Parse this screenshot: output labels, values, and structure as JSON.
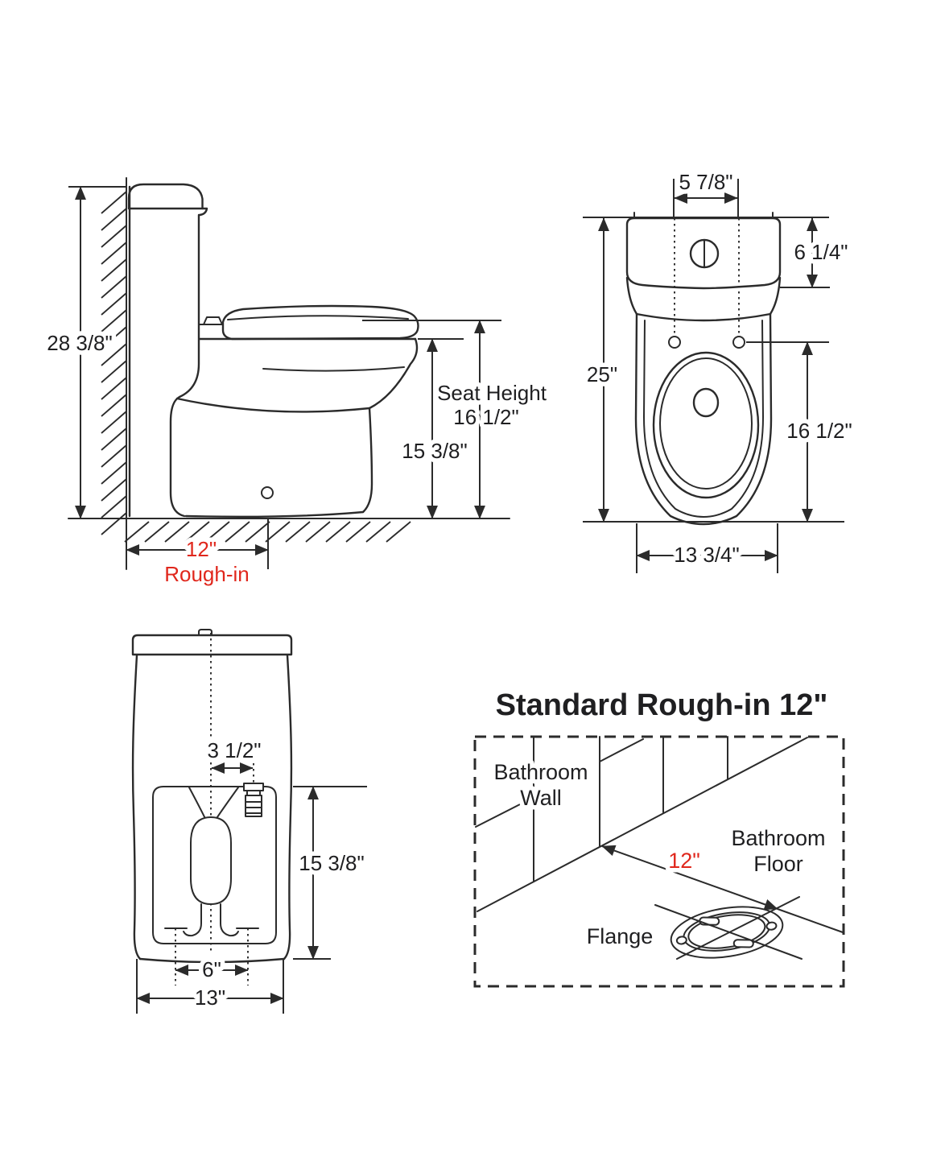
{
  "side_view": {
    "overall_height": "28 3/8\"",
    "seat_height_label": "Seat Height",
    "seat_height_value": "16 1/2\"",
    "bowl_height": "15 3/8\"",
    "rough_in_value": "12\"",
    "rough_in_label": "Rough-in"
  },
  "top_view": {
    "bolt_spacing": "5 7/8\"",
    "tank_depth": "6 1/4\"",
    "overall_depth": "25\"",
    "bolt_to_front": "16 1/2\"",
    "bowl_width": "13 3/4\""
  },
  "rear_view": {
    "supply_offset": "3 1/2\"",
    "trap_height": "15 3/8\"",
    "foot_spacing": "6\"",
    "base_width": "13\""
  },
  "rough_in_diagram": {
    "title": "Standard Rough-in 12\"",
    "wall_label_line1": "Bathroom",
    "wall_label_line2": "Wall",
    "floor_label_line1": "Bathroom",
    "floor_label_line2": "Floor",
    "distance": "12\"",
    "flange_label": "Flange"
  },
  "colors": {
    "line": "#2b2b2b",
    "text": "#1f1f21",
    "accent_red": "#e0271c",
    "background": "#ffffff"
  }
}
